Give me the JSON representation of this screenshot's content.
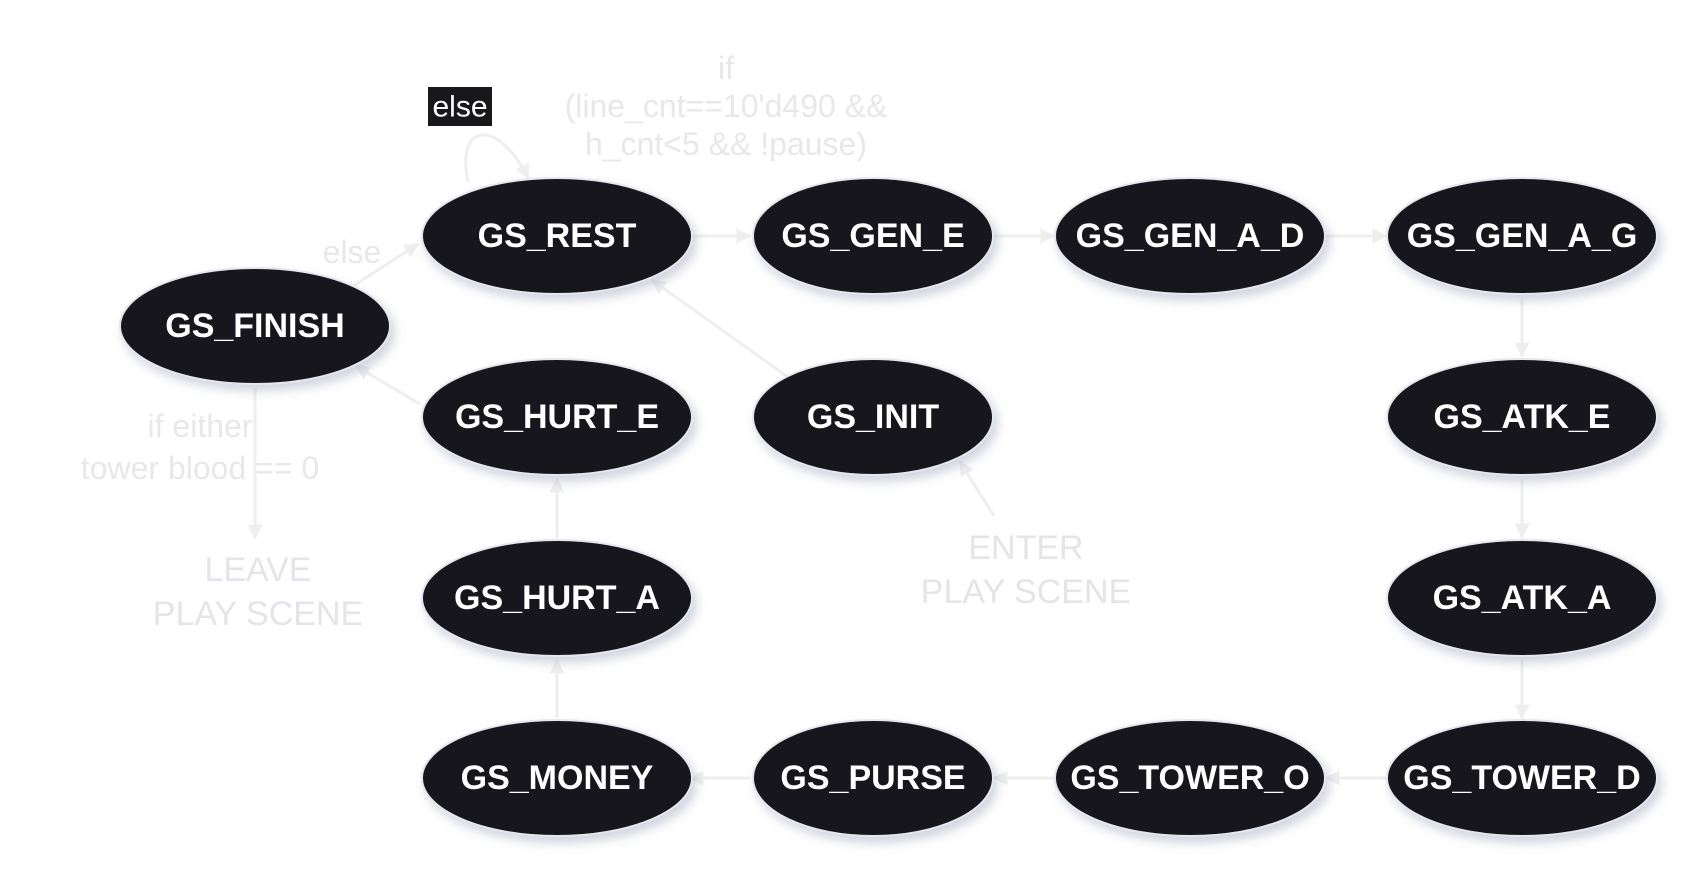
{
  "states": {
    "finish": "GS_FINISH",
    "rest": "GS_REST",
    "gen_e": "GS_GEN_E",
    "gen_a_d": "GS_GEN_A_D",
    "gen_a_g": "GS_GEN_A_G",
    "hurt_e": "GS_HURT_E",
    "init": "GS_INIT",
    "atk_e": "GS_ATK_E",
    "hurt_a": "GS_HURT_A",
    "atk_a": "GS_ATK_A",
    "money": "GS_MONEY",
    "purse": "GS_PURSE",
    "tower_o": "GS_TOWER_O",
    "tower_d": "GS_TOWER_D"
  },
  "labels": {
    "else_self": "else",
    "rest_condition": [
      "if",
      "(line_cnt==10'd490 &&",
      "h_cnt<5 && !pause)"
    ],
    "finish_to_rest": "else",
    "finish_condition": [
      "if either",
      "tower blood == 0"
    ],
    "leave": [
      "LEAVE",
      "PLAY SCENE"
    ],
    "enter": [
      "ENTER",
      "PLAY SCENE"
    ]
  },
  "colors": {
    "node_fill": "#18171c",
    "node_text": "#ffffff",
    "edge": "#eeeeef",
    "faint_text": "#e8e8ec"
  }
}
